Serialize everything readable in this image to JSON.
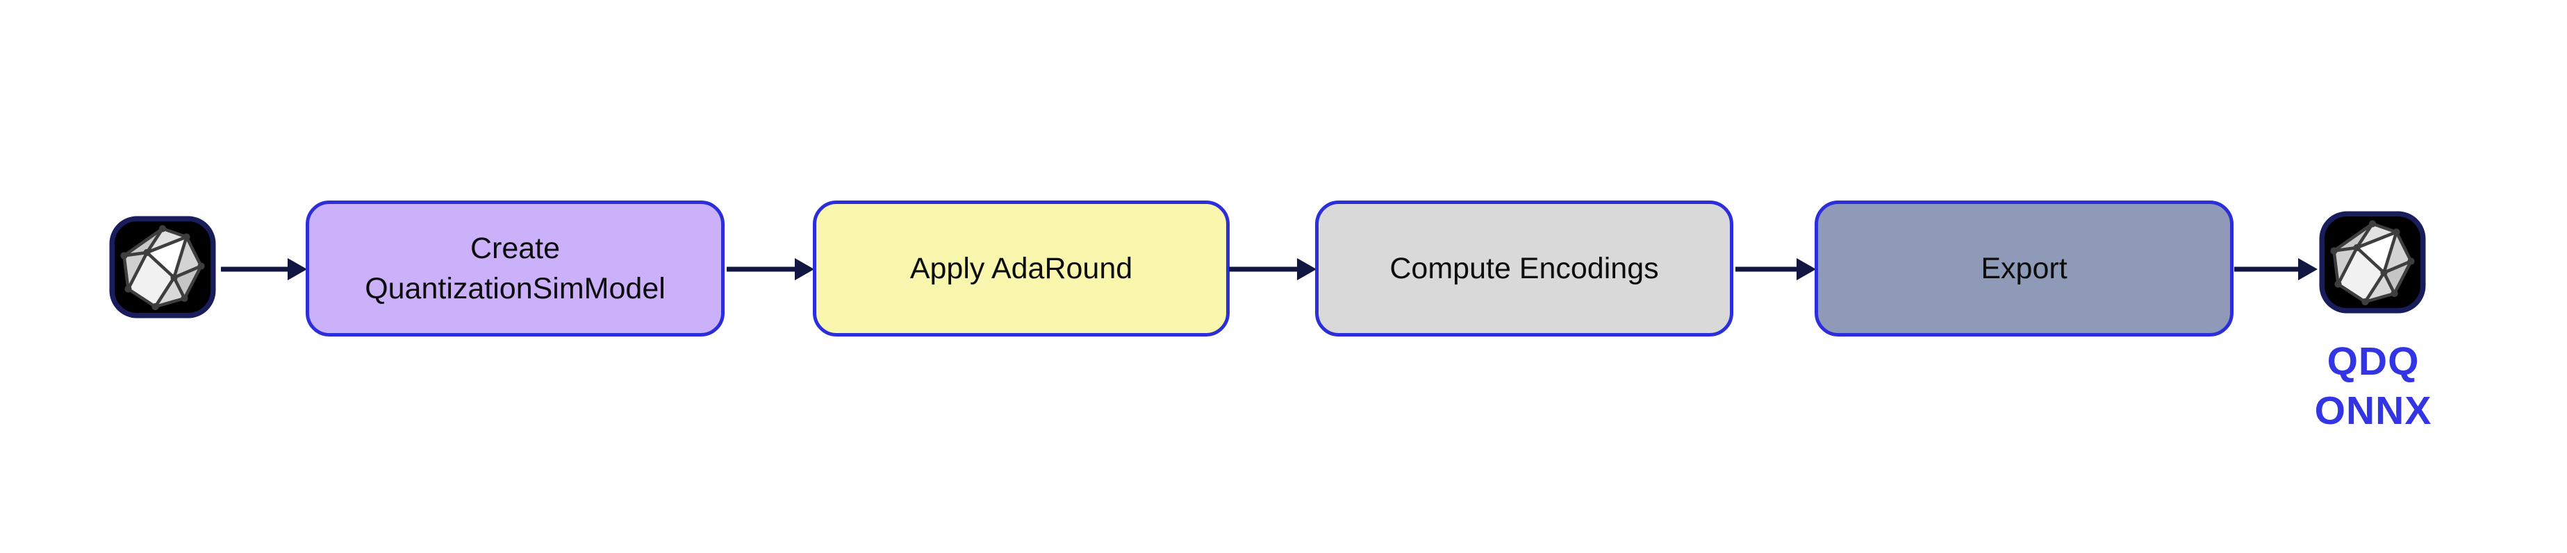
{
  "diagram": {
    "input": {
      "icon": "onnx-logo-icon"
    },
    "steps": [
      {
        "lines": [
          "Create",
          "QuantizationSimModel"
        ]
      },
      {
        "lines": [
          "Apply AdaRound"
        ]
      },
      {
        "lines": [
          "Compute Encodings"
        ]
      },
      {
        "lines": [
          "Export"
        ]
      }
    ],
    "output": {
      "icon": "onnx-logo-icon",
      "label_lines": [
        "QDQ",
        "ONNX"
      ]
    },
    "colors": {
      "step_fills": [
        "#cbb1fa",
        "#f9f7ae",
        "#d9d9d9",
        "#8f9ab8"
      ],
      "box_border": "#2b2ed9",
      "arrow": "#111741",
      "icon_background": "#000000",
      "icon_border": "#191d5c",
      "box_text": "#0d0d0d",
      "output_label": "#3335e4"
    }
  }
}
